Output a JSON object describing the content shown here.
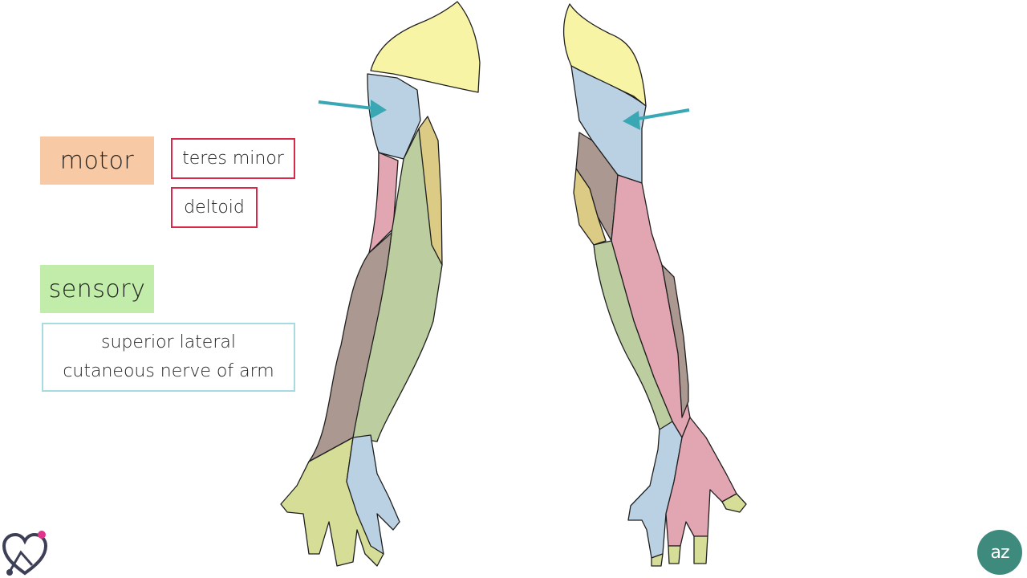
{
  "labels": {
    "motor": "motor",
    "sensory": "sensory"
  },
  "muscles": [
    "teres minor",
    "deltoid"
  ],
  "nerve": {
    "line1": "superior lateral",
    "line2": "cutaneous nerve of arm"
  },
  "brand": {
    "right_logo_text": "az"
  },
  "colors": {
    "motor_tag": "#f7c9a4",
    "sensory_tag": "#c2ecaa",
    "muscle_border": "#d8294a",
    "nerve_border": "#a6dbe0",
    "arrow": "#3aa8b4",
    "axillary_region": "#b9d1e3",
    "supraclavicular_region": "#f7f4a6",
    "radial_region": "#ab9890",
    "musculocutaneous_region": "#bccea0",
    "medial_region": "#e2a6b2",
    "median_region": "#d6dd97",
    "intercostobrachial_region": "#dccb85"
  },
  "icons": [
    "arrow-left-icon",
    "arrow-right-icon",
    "heart-stethoscope-logo-icon",
    "az-logo-icon"
  ]
}
